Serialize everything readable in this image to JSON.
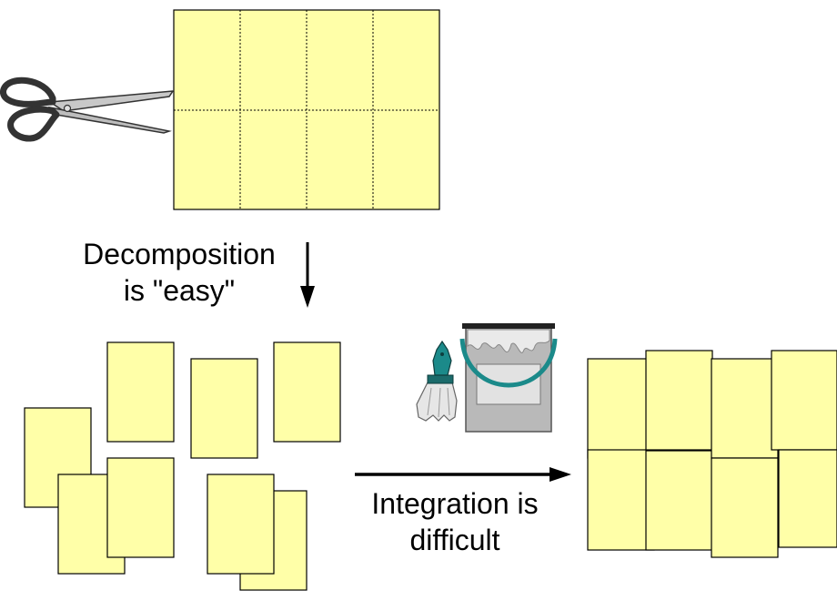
{
  "labels": {
    "decomposition": {
      "line1": "Decomposition",
      "line2": "is \"easy\""
    },
    "integration": {
      "line1": "Integration is",
      "line2": "difficult"
    }
  },
  "colors": {
    "paper": "#ffffa8",
    "outline": "#000000",
    "scissor_handle": "#333333",
    "scissor_blade": "#c8c8c8",
    "bucket_body": "#b9b9b9",
    "bucket_teal": "#1b8a8a",
    "brush_bristle": "#e6e6e6"
  },
  "icons": {
    "scissors": "scissors-icon",
    "paint": "paint-bucket-icon",
    "brush": "paintbrush-icon"
  }
}
